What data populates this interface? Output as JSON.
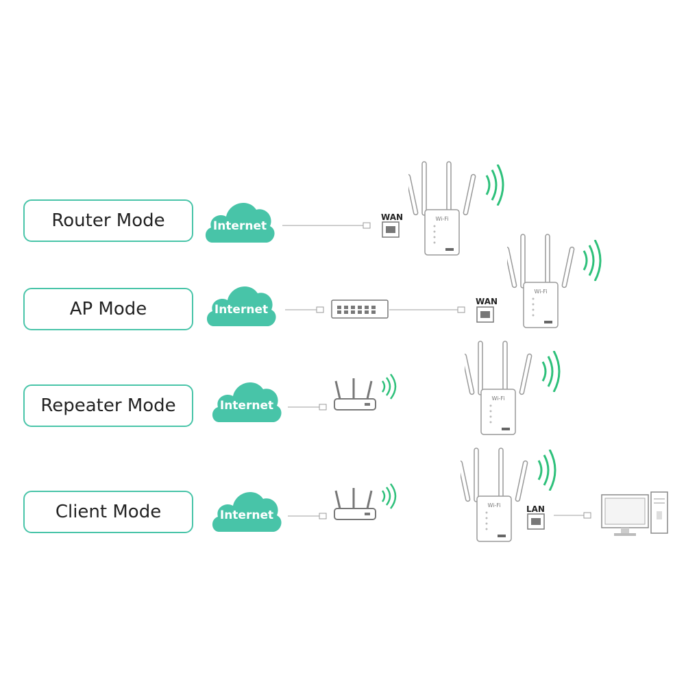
{
  "modes": [
    {
      "label": "Router Mode"
    },
    {
      "label": "AP Mode"
    },
    {
      "label": "Repeater Mode"
    },
    {
      "label": "Client Mode"
    }
  ],
  "cloud_label": "Internet",
  "ports": {
    "wan_router": "WAN",
    "wan_ap": "WAN",
    "lan_client": "LAN"
  },
  "colors": {
    "accent": "#48c4a8",
    "cloud": "#48c4a8",
    "signal": "#2dc07a",
    "line": "#bfbfbf",
    "device_outline": "#888888"
  },
  "icons": [
    "cloud-icon",
    "ethernet-port-icon",
    "network-switch-icon",
    "router-icon",
    "wifi-extender-icon",
    "wifi-signal-icon",
    "desktop-computer-icon"
  ]
}
